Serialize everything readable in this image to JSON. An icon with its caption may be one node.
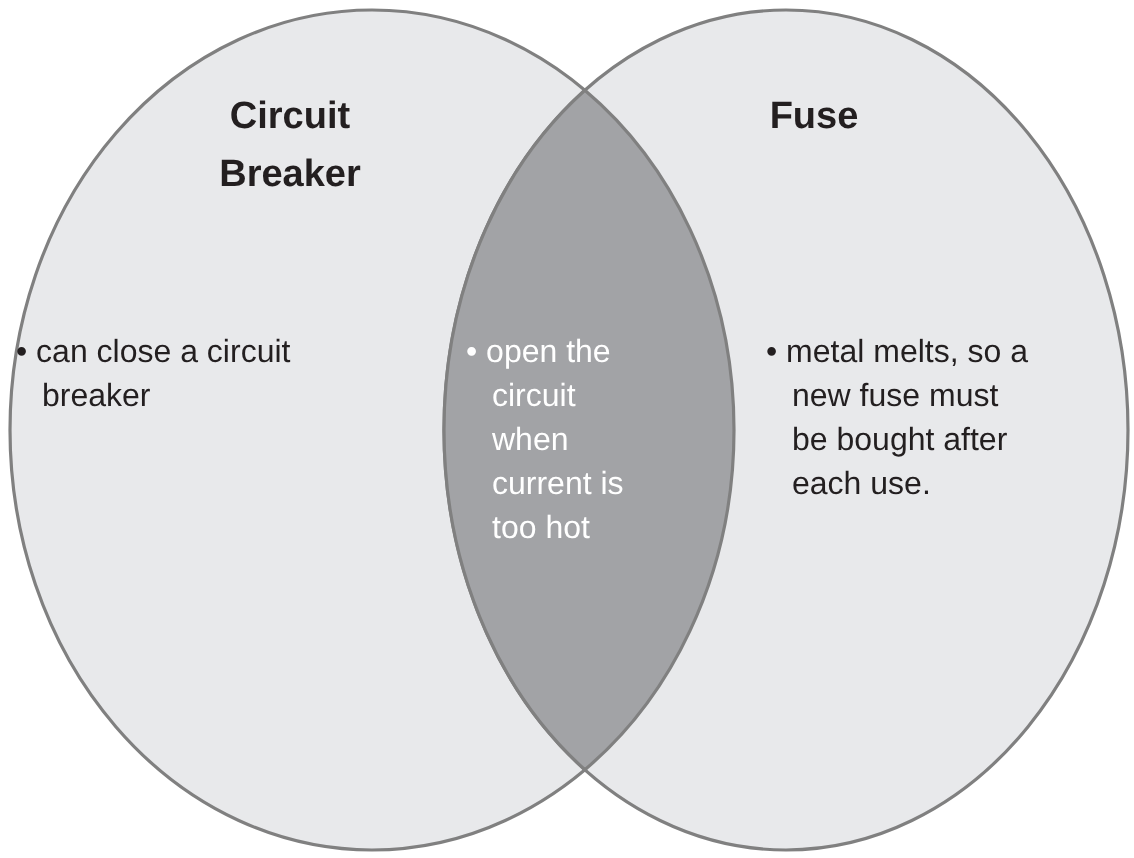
{
  "diagram": {
    "nodes": [
      {
        "text": [
          "Circuit Breaker",
          "• can close a circuit breaker"
        ]
      },
      {
        "text": [
          "Fuse",
          "• metal melts, so a new fuse must be bought after each use."
        ]
      },
      {
        "text": [
          "• open the circuit when current is too hot"
        ]
      }
    ],
    "edges": []
  }
}
